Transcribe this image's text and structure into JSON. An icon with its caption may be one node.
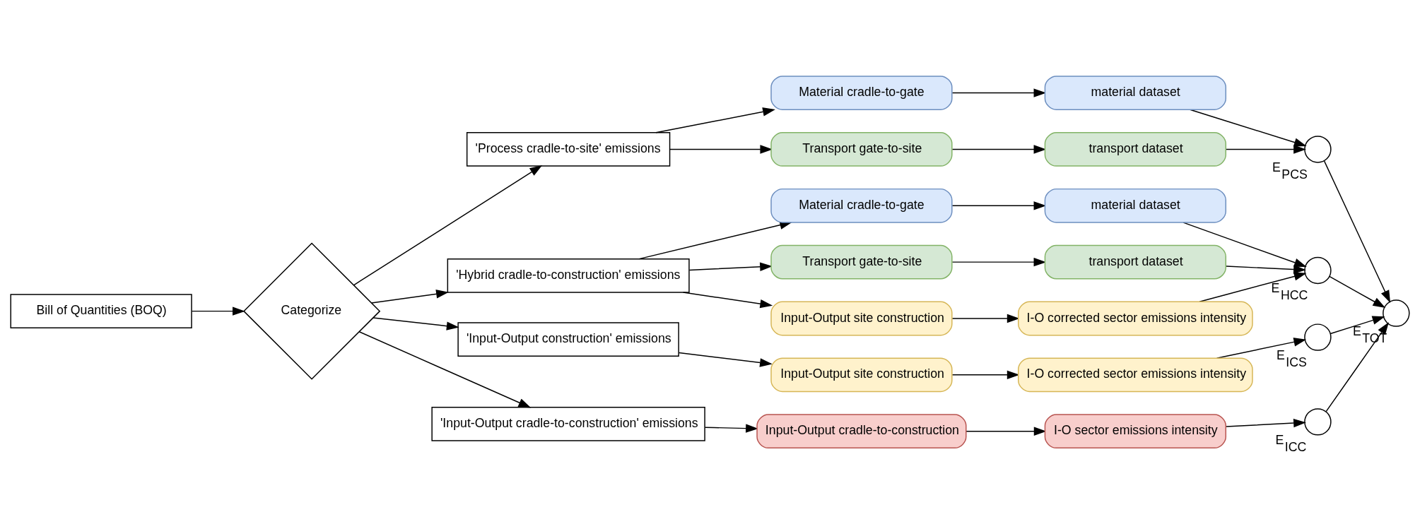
{
  "diagram": {
    "nodes": [
      {
        "text": [
          "Bill of Quantities (BOQ)"
        ]
      },
      {
        "text": [
          "Categorize"
        ]
      },
      {
        "text": [
          "'Process cradle-to-site' emissions"
        ]
      },
      {
        "text": [
          "'Hybrid cradle-to-construction' emissions"
        ]
      },
      {
        "text": [
          "'Input-Output construction' emissions"
        ]
      },
      {
        "text": [
          "'Input-Output cradle-to-construction' emissions"
        ]
      },
      {
        "text": [
          "Material cradle-to-gate"
        ]
      },
      {
        "text": [
          "Transport gate-to-site"
        ]
      },
      {
        "text": [
          "material dataset"
        ]
      },
      {
        "text": [
          "transport dataset"
        ]
      },
      {
        "text": [
          "Material cradle-to-gate"
        ]
      },
      {
        "text": [
          "Transport gate-to-site"
        ]
      },
      {
        "text": [
          "Input-Output site construction"
        ]
      },
      {
        "text": [
          "material dataset"
        ]
      },
      {
        "text": [
          "transport dataset"
        ]
      },
      {
        "text": [
          "I-O corrected sector emissions intensity"
        ]
      },
      {
        "text": [
          "Input-Output site construction"
        ]
      },
      {
        "text": [
          "I-O corrected sector emissions intensity"
        ]
      },
      {
        "text": [
          "Input-Output cradle-to-construction"
        ]
      },
      {
        "text": [
          "I-O sector emissions intensity"
        ]
      },
      {
        "text": [],
        "shape": "circle",
        "beside": [
          "E$_{PCS}$"
        ]
      },
      {
        "text": [],
        "shape": "circle",
        "beside": [
          "E$_{HCC}$"
        ]
      },
      {
        "text": [],
        "shape": "circle",
        "beside": [
          "E$_{TOT}$"
        ]
      },
      {
        "text": [],
        "shape": "circle",
        "beside": [
          "E$_{ICS}$"
        ]
      },
      {
        "text": [],
        "shape": "circle",
        "beside": [
          "E$_{ICC}$"
        ]
      }
    ],
    "edges": [
      {
        "from": 0,
        "to": 1,
        "arrow": "to"
      },
      {
        "from": 1,
        "to": 2,
        "arrow": "to"
      },
      {
        "from": 1,
        "to": 3,
        "arrow": "to"
      },
      {
        "from": 1,
        "to": 4,
        "arrow": "to"
      },
      {
        "from": 1,
        "to": 5,
        "arrow": "to"
      },
      {
        "from": 2,
        "to": 6,
        "arrow": "to"
      },
      {
        "from": 2,
        "to": 7,
        "arrow": "to"
      },
      {
        "from": 3,
        "to": 10,
        "arrow": "to"
      },
      {
        "from": 3,
        "to": 11,
        "arrow": "to"
      },
      {
        "from": 3,
        "to": 12,
        "arrow": "to"
      },
      {
        "from": 4,
        "to": 16,
        "arrow": "to"
      },
      {
        "from": 5,
        "to": 18,
        "arrow": "to"
      },
      {
        "from": 6,
        "to": 8,
        "arrow": "to"
      },
      {
        "from": 7,
        "to": 9,
        "arrow": "to"
      },
      {
        "from": 10,
        "to": 13,
        "arrow": "to"
      },
      {
        "from": 11,
        "to": 14,
        "arrow": "to"
      },
      {
        "from": 12,
        "to": 15,
        "arrow": "to"
      },
      {
        "from": 16,
        "to": 17,
        "arrow": "to"
      },
      {
        "from": 18,
        "to": 19,
        "arrow": "to"
      },
      {
        "from": 8,
        "to": 20,
        "arrow": "to"
      },
      {
        "from": 9,
        "to": 20,
        "arrow": "to"
      },
      {
        "from": 13,
        "to": 21,
        "arrow": "to"
      },
      {
        "from": 14,
        "to": 21,
        "arrow": "to"
      },
      {
        "from": 15,
        "to": 21,
        "arrow": "to"
      },
      {
        "from": 17,
        "to": 23,
        "arrow": "to"
      },
      {
        "from": 19,
        "to": 24,
        "arrow": "to"
      },
      {
        "from": 20,
        "to": 22,
        "arrow": "to"
      },
      {
        "from": 21,
        "to": 22,
        "arrow": "to"
      },
      {
        "from": 23,
        "to": 22,
        "arrow": "to"
      },
      {
        "from": 24,
        "to": 22,
        "arrow": "to"
      }
    ]
  }
}
